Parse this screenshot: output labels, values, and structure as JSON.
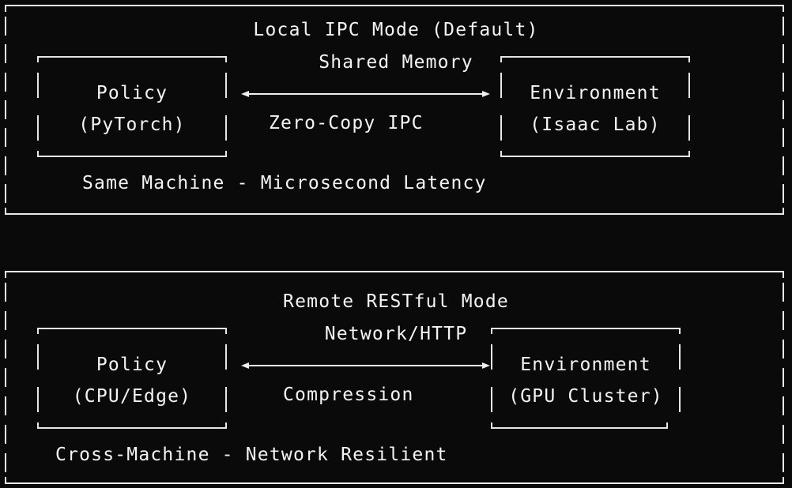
{
  "figure": {
    "background_color": "#0a0a0a",
    "foreground_color": "#f4f4f4",
    "style": "ascii-art-monospace-diagram"
  },
  "panels": [
    {
      "id": "local-ipc",
      "title": "Local IPC Mode (Default)",
      "link_label_top": "Shared Memory",
      "link_label_bottom": "Zero-Copy IPC",
      "footer": "Same Machine - Microsecond Latency",
      "left_box": {
        "line1": "Policy",
        "line2": "(PyTorch)"
      },
      "right_box": {
        "line1": "Environment",
        "line2": "(Isaac Lab)"
      },
      "arrow_glyph": "<-->"
    },
    {
      "id": "remote-restful",
      "title": "Remote RESTful Mode",
      "link_label_top": "Network/HTTP",
      "link_label_bottom": "Compression",
      "footer": "Cross-Machine - Network Resilient",
      "left_box": {
        "line1": "Policy",
        "line2": "(CPU/Edge)"
      },
      "right_box": {
        "line1": "Environment",
        "line2": "(GPU Cluster)"
      },
      "arrow_glyph": "<-->"
    }
  ]
}
